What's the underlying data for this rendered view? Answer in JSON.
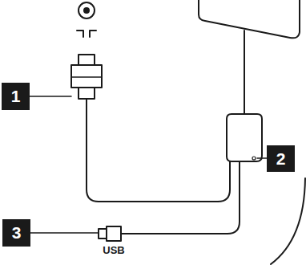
{
  "diagram": {
    "labels": [
      "1",
      "2",
      "3",
      "USB"
    ]
  }
}
